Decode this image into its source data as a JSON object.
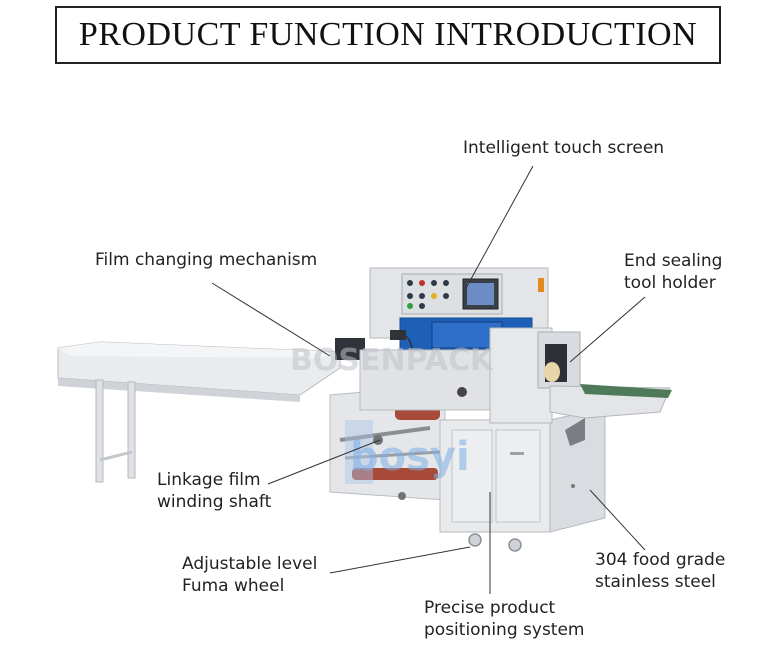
{
  "title": "PRODUCT FUNCTION INTRODUCTION",
  "watermark": "BOSENPACK",
  "machine_brand": "bosyi",
  "callouts": {
    "touch_screen": [
      "Intelligent touch screen"
    ],
    "film_changing": [
      "Film changing mechanism"
    ],
    "end_sealing": [
      "End sealing",
      "tool holder"
    ],
    "linkage_film": [
      "Linkage film",
      "winding shaft"
    ],
    "adjustable_level": [
      "Adjustable level",
      "Fuma wheel"
    ],
    "stainless_steel": [
      "304 food grade",
      "stainless steel"
    ],
    "positioning": [
      "Precise product",
      "positioning system"
    ]
  },
  "colors": {
    "machine_body": "#e6e8ea",
    "machine_shadow": "#c9ccd0",
    "panel_blue": "#1e5fb8",
    "roller_red": "#a84a3a",
    "conveyor_green": "#4e7a5a",
    "leader_line": "#333333"
  }
}
